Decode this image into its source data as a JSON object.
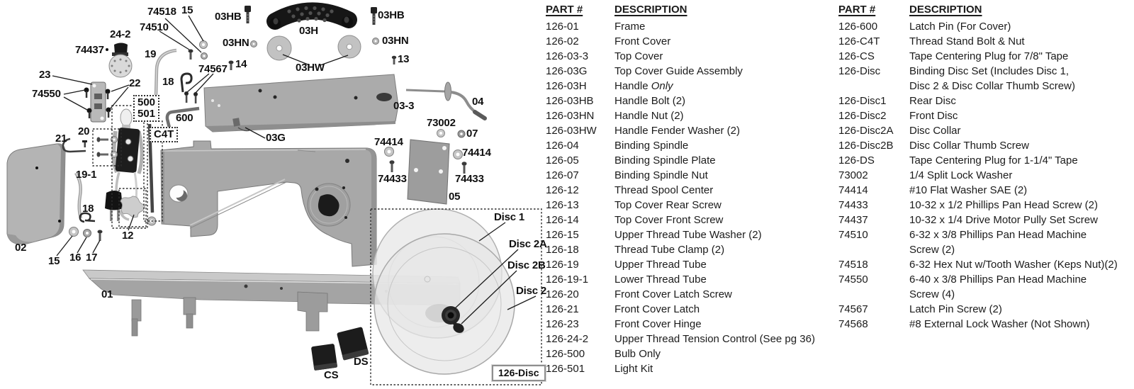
{
  "diagram": {
    "labels": [
      "74518",
      "15",
      "03HB",
      "03HN",
      "24-2",
      "74510",
      "74437",
      "19",
      "23",
      "74550",
      "22",
      "18",
      "74567",
      "14",
      "03H",
      "03HB",
      "03HN",
      "03HW",
      "13",
      "03-3",
      "04",
      "73002",
      "07",
      "74414",
      "74414",
      "74433",
      "74433",
      "05",
      "03G",
      "600",
      "20",
      "21",
      "19-1",
      "18",
      "12",
      "02",
      "15",
      "16",
      "17",
      "01",
      "Disc 1",
      "Disc 2A",
      "Disc 2B",
      "Disc 2",
      "DS",
      "CS"
    ],
    "boxed_labels": {
      "bulb": "500",
      "light_kit": "501",
      "thread_stand": "C4T",
      "disc_set": "126-Disc"
    }
  },
  "left_table": {
    "part_header": "PART #",
    "description_header": "DESCRIPTION",
    "rows": [
      {
        "p": "126-01",
        "d": "Frame"
      },
      {
        "p": "126-02",
        "d": "Front Cover"
      },
      {
        "p": "126-03-3",
        "d": "Top Cover"
      },
      {
        "p": "126-03G",
        "d": "Top Cover Guide Assembly"
      },
      {
        "p": "126-03H",
        "d": "Handle ",
        "i": "Only"
      },
      {
        "p": "126-03HB",
        "d": "Handle Bolt (2)"
      },
      {
        "p": "126-03HN",
        "d": "Handle Nut (2)"
      },
      {
        "p": "126-03HW",
        "d": "Handle Fender Washer (2)"
      },
      {
        "p": "126-04",
        "d": "Binding Spindle"
      },
      {
        "p": "126-05",
        "d": "Binding Spindle Plate"
      },
      {
        "p": "126-07",
        "d": "Binding Spindle Nut"
      },
      {
        "p": "126-12",
        "d": "Thread Spool Center"
      },
      {
        "p": "126-13",
        "d": "Top Cover Rear Screw"
      },
      {
        "p": "126-14",
        "d": "Top Cover Front Screw"
      },
      {
        "p": "126-15",
        "d": "Upper Thread Tube Washer (2)"
      },
      {
        "p": "126-18",
        "d": "Thread Tube Clamp (2)"
      },
      {
        "p": "126-19",
        "d": "Upper Thread Tube"
      },
      {
        "p": "126-19-1",
        "d": "Lower Thread Tube"
      },
      {
        "p": "126-20",
        "d": "Front Cover Latch Screw"
      },
      {
        "p": "126-21",
        "d": "Front Cover Latch"
      },
      {
        "p": "126-23",
        "d": "Front Cover Hinge"
      },
      {
        "p": "126-24-2",
        "d": "Upper Thread Tension Control (See pg 36)"
      },
      {
        "p": "126-500",
        "d": "Bulb Only"
      },
      {
        "p": "126-501",
        "d": "Light Kit"
      }
    ]
  },
  "right_table": {
    "part_header": "PART #",
    "description_header": "DESCRIPTION",
    "rows": [
      {
        "p": "126-600",
        "d": "Latch Pin (For Cover)"
      },
      {
        "p": "126-C4T",
        "d": "Thread Stand Bolt & Nut"
      },
      {
        "p": "126-CS",
        "d": "Tape Centering Plug for 7/8\" Tape"
      },
      {
        "p": "126-Disc",
        "d": "Binding Disc Set (Includes Disc 1,"
      },
      {
        "p": "",
        "d": "Disc 2 & Disc Collar Thumb Screw)"
      },
      {
        "p": "126-Disc1",
        "d": "Rear Disc"
      },
      {
        "p": "126-Disc2",
        "d": "Front Disc"
      },
      {
        "p": "126-Disc2A",
        "d": "Disc Collar"
      },
      {
        "p": "126-Disc2B",
        "d": "Disc Collar Thumb Screw"
      },
      {
        "p": "126-DS",
        "d": "Tape Centering Plug for 1-1/4\" Tape"
      },
      {
        "p": "73002",
        "d": "1/4 Split Lock Washer"
      },
      {
        "p": "74414",
        "d": "#10 Flat Washer SAE (2)"
      },
      {
        "p": "74433",
        "d": "10-32 x 1/2 Phillips Pan Head Screw (2)"
      },
      {
        "p": "74437",
        "d": "10-32 x 1/4 Drive Motor Pully Set Screw"
      },
      {
        "p": "74510",
        "d": "6-32 x 3/8 Phillips Pan Head Machine"
      },
      {
        "p": "",
        "d": "Screw (2)"
      },
      {
        "p": "74518",
        "d": "6-32 Hex Nut w/Tooth Washer (Keps Nut)(2)"
      },
      {
        "p": "74550",
        "d": "6-40 x 3/8 Phillips Pan Head Machine"
      },
      {
        "p": "",
        "d": "Screw (4)"
      },
      {
        "p": "74567",
        "d": "Latch Pin Screw (2)"
      },
      {
        "p": "74568",
        "d": "#8 External Lock Washer (Not Shown)"
      }
    ]
  }
}
